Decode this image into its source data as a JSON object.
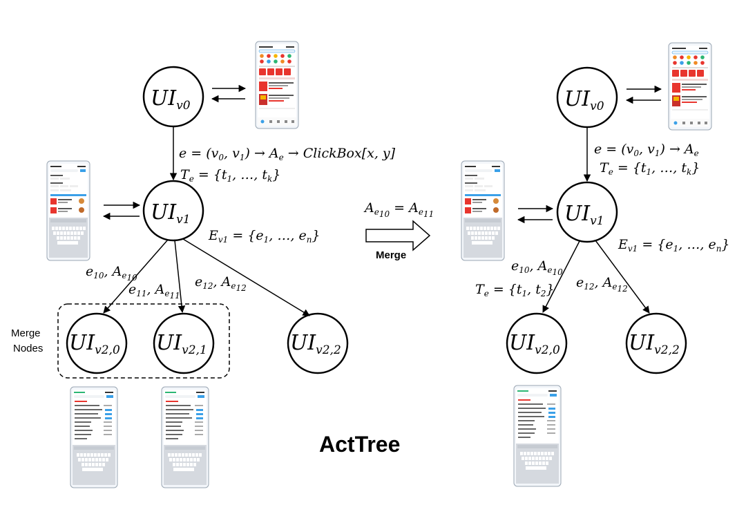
{
  "title": "ActTree",
  "merge_label": "Merge",
  "merge_nodes_label": [
    "Merge",
    "Nodes"
  ],
  "nodes": {
    "ui_main": "UI",
    "v0": "v0",
    "v1": "v1",
    "v20": "v2,0",
    "v21": "v2,1",
    "v22": "v2,2"
  },
  "left_tree": {
    "edge_v0_v1": {
      "prefix": "e = (v",
      "sub0": "0",
      "mid": ", v",
      "sub1": "1",
      "suffix": ") → A",
      "a_sub": "e",
      "tail": " → ClickBox[x, y]"
    },
    "tasks": {
      "main": "T",
      "sub": "e",
      "rest": " = {t",
      "s1": "1",
      "mid": ", …, t",
      "s2": "k",
      "end": "}"
    },
    "edge_set": {
      "main": "E",
      "sub": "v1",
      "rest": " = {e",
      "s1": "1",
      "mid": ", …, e",
      "s2": "n",
      "end": "}"
    },
    "e10": {
      "main": "e",
      "sub": "10",
      "a": ", A",
      "asub": "e",
      "asub2": "10"
    },
    "e11": {
      "main": "e",
      "sub": "11",
      "a": ", A",
      "asub": "e",
      "asub2": "11"
    },
    "e12": {
      "main": "e",
      "sub": "12",
      "a": ", A",
      "asub": "e",
      "asub2": "12"
    }
  },
  "middle": {
    "equation": {
      "a1": "A",
      "s1": "e",
      "ss1": "10",
      "eq": " = A",
      "s2": "e",
      "ss2": "11"
    }
  },
  "right_tree": {
    "edge_v0_v1": {
      "prefix": "e = (v",
      "sub0": "0",
      "mid": ", v",
      "sub1": "1",
      "suffix": ") → A",
      "a_sub": "e"
    },
    "tasks": {
      "main": "T",
      "sub": "e",
      "rest": " = {t",
      "s1": "1",
      "mid": ", …, t",
      "s2": "k",
      "end": "}"
    },
    "edge_set": {
      "main": "E",
      "sub": "v1",
      "rest": " = {e",
      "s1": "1",
      "mid": ", …, e",
      "s2": "n",
      "end": "}"
    },
    "e10": {
      "main": "e",
      "sub": "10",
      "a": ", A",
      "asub": "e",
      "asub2": "10"
    },
    "tasks_merged": {
      "main": "T",
      "sub": "e",
      "rest": " = {t",
      "s1": "1",
      "mid": ", t",
      "s2": "2",
      "end": "}"
    },
    "e12": {
      "main": "e",
      "sub": "12",
      "a": ", A",
      "asub": "e",
      "asub2": "12"
    }
  },
  "screens": {
    "home": "app-home-screenshot",
    "search": "search-keyboard-screenshot",
    "results": "search-suggestions-screenshot"
  },
  "colors": {
    "line": "#000000",
    "accent": "#1a73e8",
    "red": "#e8352e"
  }
}
